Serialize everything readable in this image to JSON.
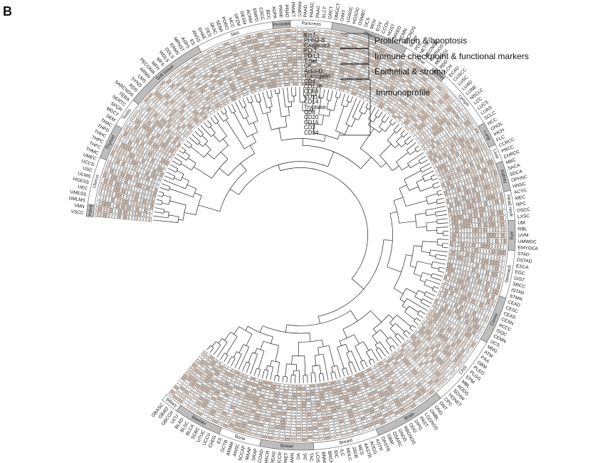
{
  "panel_letter": "B",
  "marker_groups": [
    {
      "label": "Proliferation & apoptosis",
      "markers": [
        "Ki67",
        "PHH3-B",
        "Caspase3"
      ]
    },
    {
      "label": "Immune checkpoint & functional markers",
      "markers": [
        "PD-1",
        "PD-L1",
        "T-bet"
      ]
    },
    {
      "label": "Epithelial & stroma",
      "markers": [
        "CK",
        "Actin-D",
        "Transgelin"
      ]
    },
    {
      "label": "Immunoprofile",
      "markers": [
        "CD4",
        "CD138",
        "CD68",
        "CD11c",
        "CD14",
        "Tryptase",
        "CD8",
        "CD20",
        "CD16",
        "CD3",
        "CD34"
      ]
    }
  ],
  "tissues": [
    {
      "name": "Vulva",
      "leaves": [
        "VSCC",
        "VMN"
      ]
    },
    {
      "name": "Uterus",
      "leaves": [
        "UMLMS",
        "UMESS",
        "UEC",
        "HGESS",
        "ULMS",
        "USC",
        "UCCS",
        "UMEC"
      ]
    },
    {
      "name": "Thyroid",
      "leaves": [
        "THMC",
        "THFC",
        "THPC",
        "THHC",
        "THPD",
        "THAC"
      ]
    },
    {
      "name": "Testis",
      "leaves": [
        "SEM",
        "MGCT",
        "SPGR",
        "SERTC",
        "TERA"
      ]
    },
    {
      "name": "Soft tissue",
      "leaves": [
        "SARCNOS",
        "RDS",
        "SYNS",
        "LMS",
        "ARMS",
        "PECOMA",
        "MFH",
        "MFS",
        "WDLS",
        "DDLS",
        "ERMS",
        "MPNST",
        "ASPS",
        "ES"
      ]
    },
    {
      "name": "Skin",
      "leaves": [
        "ANGS",
        "EHAE",
        "DES",
        "SKAC",
        "SEBA",
        "PORO",
        "MCC",
        "SPZM",
        "DESM",
        "ACRM",
        "EMPD",
        "CSCC",
        "BCC"
      ]
    },
    {
      "name": "Prostate",
      "leaves": [
        "ADPA",
        "PRNE",
        "PRAD"
      ]
    },
    {
      "name": "Pancreas",
      "leaves": [
        "PANET",
        "PANEC",
        "PAAD",
        "PAASC",
        "PAAC",
        "SLCT",
        "GRCT"
      ]
    },
    {
      "name": "Ovary",
      "leaves": [
        "OMGCT",
        "OIMT",
        "LGSOC",
        "HGSOC",
        "OSMBT",
        "OCS",
        "MOV",
        "EOV",
        "CCOV",
        "HGST",
        "MXED",
        "UCMN",
        "SCCNOS"
      ]
    },
    {
      "name": "Other",
      "leaves": [
        "SCUP",
        "PDC",
        "NETNOS",
        "NECNOS",
        "CUPNOS",
        "MDSEDI"
      ]
    },
    {
      "name": "Mesothel",
      "leaves": [
        "RDD",
        "LCH"
      ]
    },
    {
      "name": "Lymph",
      "leaves": [
        "ECAD",
        "CUSCC",
        "LUSC",
        "LUAD",
        "LUNE",
        "NSCLC",
        "LCC",
        "LUCS",
        "LUAS",
        "SCLC"
      ]
    },
    {
      "name": "Lung",
      "leaves": [
        "HCC",
        "CHOL",
        "IHCH",
        "FLC"
      ]
    },
    {
      "name": "Liver",
      "leaves": [
        "CCRCC",
        "PRCC",
        "CHRCC"
      ]
    },
    {
      "name": "Kidney",
      "leaves": [
        "MBC",
        "SACA",
        "SDCA",
        "OPHSC",
        "HNSC"
      ]
    },
    {
      "name": "Head neck",
      "leaves": [
        "ACYC",
        "MEC",
        "NPC",
        "OSCC",
        "LXSC"
      ]
    },
    {
      "name": "Eye",
      "leaves": [
        "UM",
        "RBL",
        "UVM",
        "UMWDC",
        "EMYOCA"
      ]
    },
    {
      "name": "Stomach",
      "leaves": [
        "STAD",
        "DSTAD",
        "ESCA",
        "EGC",
        "GIST",
        "SRCC",
        "ISTAD",
        "STMN"
      ]
    },
    {
      "name": "Cervix",
      "leaves": [
        "CEAD",
        "CESC",
        "CEAS",
        "CESN",
        "ACCC",
        "ISQC",
        "CEMN",
        "UCS"
      ]
    },
    {
      "name": "CNS",
      "leaves": [
        "MNG",
        "ATM",
        "PXA",
        "GBM",
        "PLEO",
        "PLGG",
        "EPM",
        "MBL",
        "AODG",
        "SCHW",
        "HGNET",
        "CPC"
      ]
    },
    {
      "name": "Brain",
      "leaves": [
        "DNT",
        "GNG",
        "ONBL",
        "LGGNOS",
        "PAST",
        "DIPG",
        "ODG",
        "RBGNOS",
        "GNOS",
        "DSARC",
        "GBM",
        "DASTR"
      ]
    },
    {
      "name": "Breast",
      "leaves": [
        "ASTR",
        "AODG",
        "AASTR",
        "MCS",
        "JSCB",
        "MDLC",
        "ILC",
        "IDC",
        "BRCNOS",
        "BNNOS",
        "LCIS"
      ]
    },
    {
      "name": "Bowel",
      "leaves": [
        "TAC",
        "SIC",
        "DA",
        "LAMN",
        "SBWDNET",
        "SBCCR",
        "READ",
        "MACR",
        "COAD"
      ]
    },
    {
      "name": "Bone",
      "leaves": [
        "SRAP",
        "MAAP",
        "SCCAP",
        "ANSC",
        "ARMM",
        "GCTB",
        "ES"
      ]
    },
    {
      "name": "Bladder",
      "leaves": [
        "CHDS",
        "UCCU",
        "UTUC",
        "SCBC",
        "BLCA",
        "BLSC",
        "BLAD",
        "UCU"
      ]
    },
    {
      "name": "Biliary",
      "leaves": [
        "GBCCH",
        "GBAD",
        "GBASC"
      ]
    }
  ]
}
